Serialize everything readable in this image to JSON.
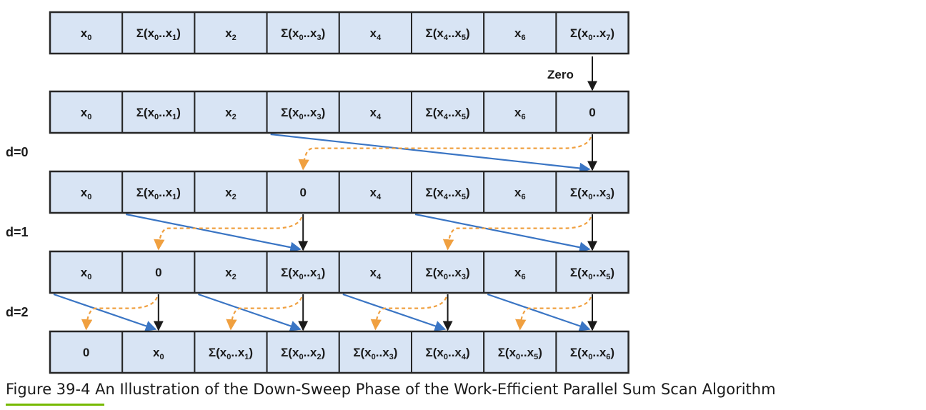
{
  "rows": [
    {
      "cells": [
        {
          "main": "x",
          "sub": "0"
        },
        {
          "main": "Σ(x",
          "sub": "0",
          "mid": "..x",
          "sub2": "1",
          "end": ")"
        },
        {
          "main": "x",
          "sub": "2"
        },
        {
          "main": "Σ(x",
          "sub": "0",
          "mid": "..x",
          "sub2": "3",
          "end": ")"
        },
        {
          "main": "x",
          "sub": "4"
        },
        {
          "main": "Σ(x",
          "sub": "4",
          "mid": "..x",
          "sub2": "5",
          "end": ")"
        },
        {
          "main": "x",
          "sub": "6"
        },
        {
          "main": "Σ(x",
          "sub": "0",
          "mid": "..x",
          "sub2": "7",
          "end": ")"
        }
      ]
    },
    {
      "cells": [
        {
          "main": "x",
          "sub": "0"
        },
        {
          "main": "Σ(x",
          "sub": "0",
          "mid": "..x",
          "sub2": "1",
          "end": ")"
        },
        {
          "main": "x",
          "sub": "2"
        },
        {
          "main": "Σ(x",
          "sub": "0",
          "mid": "..x",
          "sub2": "3",
          "end": ")"
        },
        {
          "main": "x",
          "sub": "4"
        },
        {
          "main": "Σ(x",
          "sub": "4",
          "mid": "..x",
          "sub2": "5",
          "end": ")"
        },
        {
          "main": "x",
          "sub": "6"
        },
        {
          "main": "0"
        }
      ]
    },
    {
      "cells": [
        {
          "main": "x",
          "sub": "0"
        },
        {
          "main": "Σ(x",
          "sub": "0",
          "mid": "..x",
          "sub2": "1",
          "end": ")"
        },
        {
          "main": "x",
          "sub": "2"
        },
        {
          "main": "0"
        },
        {
          "main": "x",
          "sub": "4"
        },
        {
          "main": "Σ(x",
          "sub": "4",
          "mid": "..x",
          "sub2": "5",
          "end": ")"
        },
        {
          "main": "x",
          "sub": "6"
        },
        {
          "main": "Σ(x",
          "sub": "0",
          "mid": "..x",
          "sub2": "3",
          "end": ")"
        }
      ]
    },
    {
      "cells": [
        {
          "main": "x",
          "sub": "0"
        },
        {
          "main": "0"
        },
        {
          "main": "x",
          "sub": "2"
        },
        {
          "main": "Σ(x",
          "sub": "0",
          "mid": "..x",
          "sub2": "1",
          "end": ")"
        },
        {
          "main": "x",
          "sub": "4"
        },
        {
          "main": "Σ(x",
          "sub": "0",
          "mid": "..x",
          "sub2": "3",
          "end": ")"
        },
        {
          "main": "x",
          "sub": "6"
        },
        {
          "main": "Σ(x",
          "sub": "0",
          "mid": "..x",
          "sub2": "5",
          "end": ")"
        }
      ]
    },
    {
      "cells": [
        {
          "main": "0"
        },
        {
          "main": "x",
          "sub": "0"
        },
        {
          "main": "Σ(x",
          "sub": "0",
          "mid": "..x",
          "sub2": "1",
          "end": ")"
        },
        {
          "main": "Σ(x",
          "sub": "0",
          "mid": "..x",
          "sub2": "2",
          "end": ")"
        },
        {
          "main": "Σ(x",
          "sub": "0",
          "mid": "..x",
          "sub2": "3",
          "end": ")"
        },
        {
          "main": "Σ(x",
          "sub": "0",
          "mid": "..x",
          "sub2": "4",
          "end": ")"
        },
        {
          "main": "Σ(x",
          "sub": "0",
          "mid": "..x",
          "sub2": "5",
          "end": ")"
        },
        {
          "main": "Σ(x",
          "sub": "0",
          "mid": "..x",
          "sub2": "6",
          "end": ")"
        }
      ]
    }
  ],
  "zero_label": "Zero",
  "levels": [
    {
      "label": "d=0",
      "stride": 4
    },
    {
      "label": "d=1",
      "stride": 2
    },
    {
      "label": "d=2",
      "stride": 1
    }
  ],
  "caption": "Figure 39-4 An Illustration of the Down-Sweep Phase of the Work-Efficient Parallel Sum Scan Algorithm",
  "colors": {
    "cell_fill": "#d8e4f4",
    "blue_arrow": "#3a75c4",
    "orange_arrow": "#f0a040",
    "black_arrow": "#1a1a1a",
    "caption_underline": "#76b900"
  }
}
